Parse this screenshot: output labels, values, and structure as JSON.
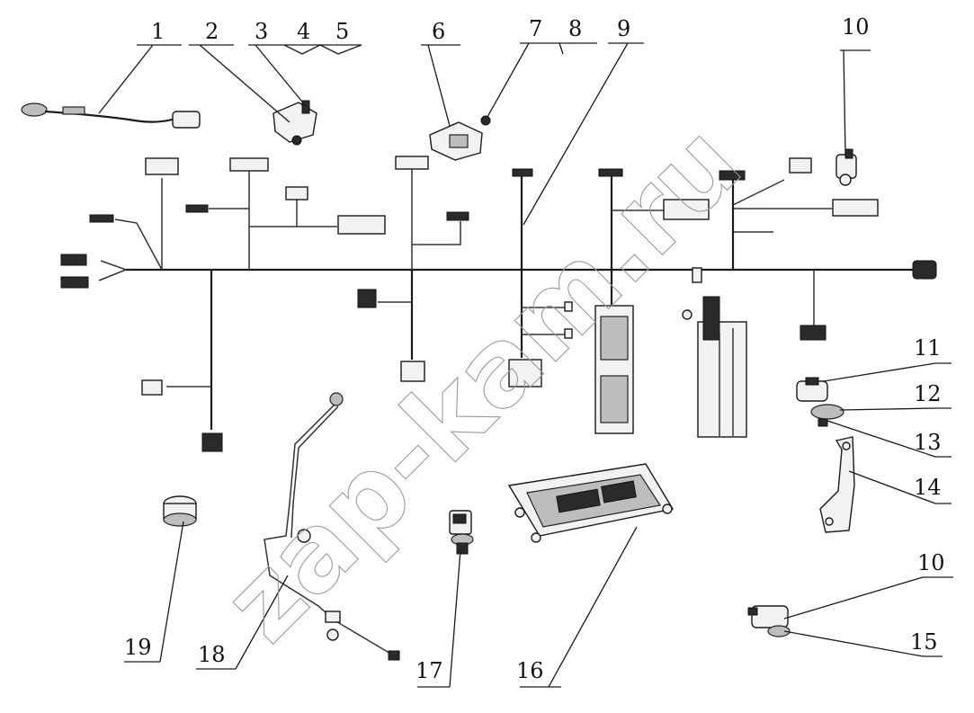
{
  "diagram": {
    "watermark": "zap-kam.ru",
    "callouts": [
      "1",
      "2",
      "3",
      "4",
      "5",
      "6",
      "7",
      "8",
      "9",
      "10",
      "11",
      "12",
      "13",
      "14",
      "10",
      "15",
      "16",
      "17",
      "18",
      "19"
    ]
  }
}
